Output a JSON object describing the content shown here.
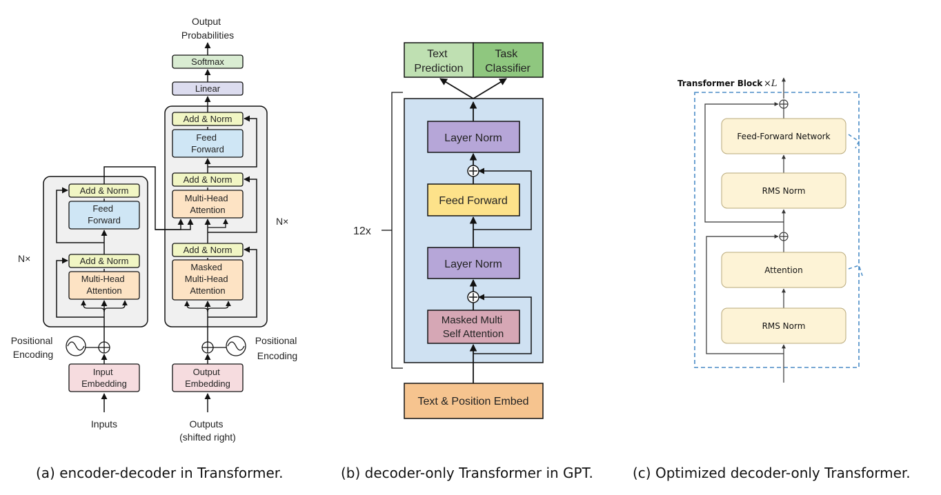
{
  "panel_a": {
    "output_probabilities": [
      "Output",
      "Probabilities"
    ],
    "softmax": "Softmax",
    "linear": "Linear",
    "add_norm": "Add & Norm",
    "feed_forward": [
      "Feed",
      "Forward"
    ],
    "multi_head_attention": [
      "Multi-Head",
      "Attention"
    ],
    "masked_multi_head_attention": [
      "Masked",
      "Multi-Head",
      "Attention"
    ],
    "nx": "N×",
    "positional_encoding": [
      "Positional",
      "Encoding"
    ],
    "input_embedding": [
      "Input",
      "Embedding"
    ],
    "output_embedding": [
      "Output",
      "Embedding"
    ],
    "inputs": "Inputs",
    "outputs": [
      "Outputs",
      "(shifted right)"
    ],
    "caption": "(a) encoder-decoder in Transformer."
  },
  "panel_b": {
    "text_prediction": [
      "Text",
      "Prediction"
    ],
    "task_classifier": [
      "Task",
      "Classifier"
    ],
    "layer_norm": "Layer Norm",
    "feed_forward": "Feed Forward",
    "masked_multi_self_attention": [
      "Masked Multi",
      "Self Attention"
    ],
    "text_position_embed": "Text & Position Embed",
    "repeat": "12x",
    "caption": "(b) decoder-only Transformer in GPT."
  },
  "panel_c": {
    "block_label": "Transformer Block",
    "block_repeat": "×L",
    "ffn": "Feed-Forward Network",
    "rms_norm": "RMS Norm",
    "attention": "Attention",
    "caption": "(c) Optimized decoder-only Transformer."
  },
  "colors": {
    "softmax": "#d9ecd2",
    "linear": "#dcdcef",
    "add_norm": "#f1f6c4",
    "feed_forward_a": "#cfe6f5",
    "attention_a": "#fde3c4",
    "embedding_a": "#f6dcdf",
    "gpt_output": "#8fc77f",
    "gpt_block": "#cfe1f2",
    "gpt_layer_norm": "#b6a6d8",
    "gpt_feed_forward": "#fde28a",
    "gpt_masked": "#d6a7b5",
    "gpt_embed": "#f6c48f",
    "opt_box": "#fdf3d6",
    "opt_dash": "#4a8cc6"
  }
}
